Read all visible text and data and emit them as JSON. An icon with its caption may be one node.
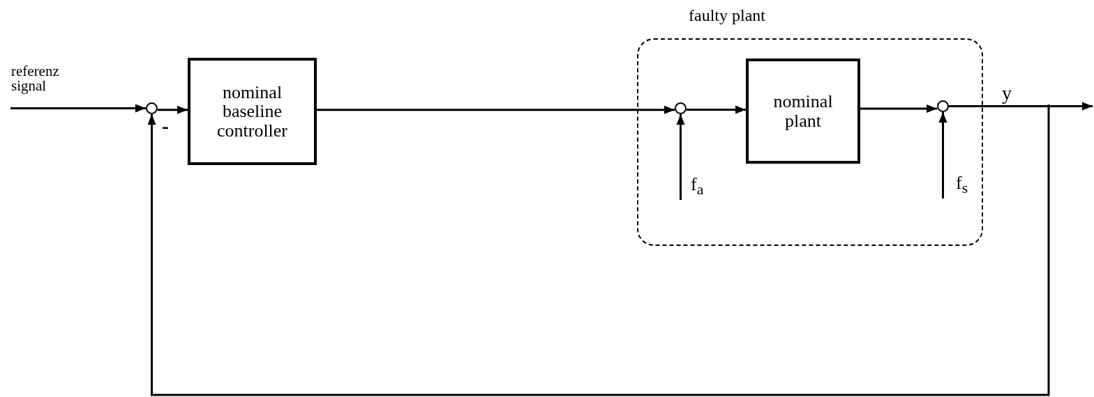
{
  "diagram": {
    "nodes": [
      {
        "text": [],
        "shape": "circle"
      },
      {
        "text": [
          "nominal baseline controller"
        ]
      },
      {
        "text": [
          "faulty plant"
        ]
      },
      {
        "text": [],
        "shape": "circle",
        "in": 2
      },
      {
        "text": [
          "nominal plant"
        ],
        "in": 2
      },
      {
        "text": [],
        "shape": "circle",
        "in": 2
      }
    ],
    "edges": [
      {
        "from": null,
        "to": 0,
        "arrow": "to",
        "label": "referenz signal"
      },
      {
        "from": 0,
        "to": 1,
        "arrow": "to"
      },
      {
        "from": 1,
        "to": 3,
        "arrow": "to"
      },
      {
        "from": 3,
        "to": 4,
        "arrow": "to"
      },
      {
        "from": 4,
        "to": 5,
        "arrow": "to"
      },
      {
        "from": null,
        "to": 3,
        "arrow": "to",
        "label": "f$_{a}$"
      },
      {
        "from": null,
        "to": 5,
        "arrow": "to",
        "label": "f$_{s}$"
      },
      {
        "from": 5,
        "to": null,
        "arrow": "to",
        "label": "y"
      },
      {
        "from": 5,
        "to": 0,
        "arrow": "to"
      }
    ],
    "labels": [
      "-"
    ]
  }
}
